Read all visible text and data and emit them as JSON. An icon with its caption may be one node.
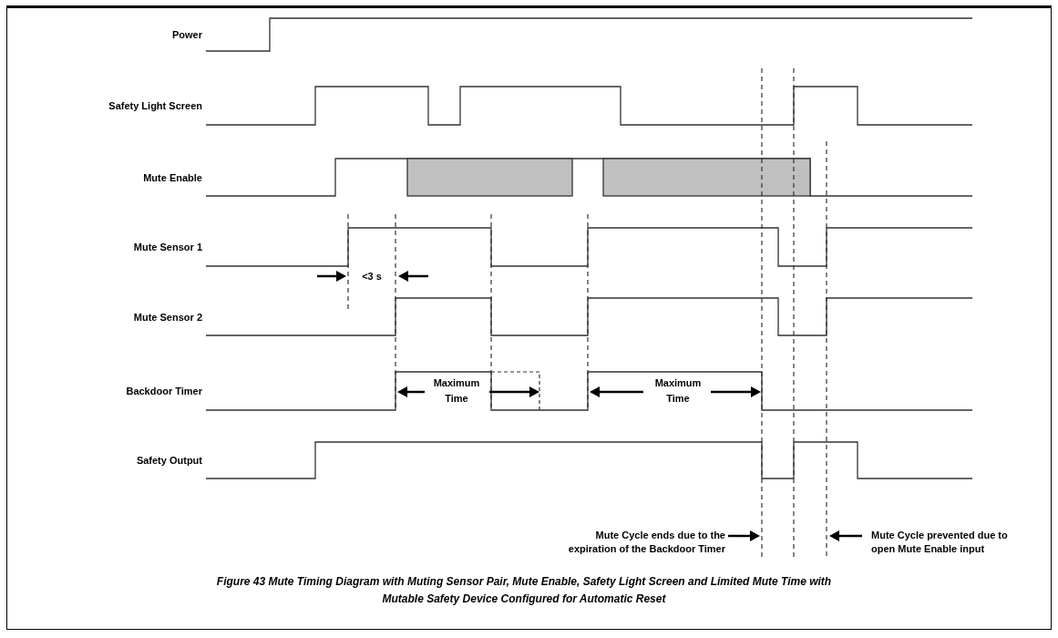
{
  "diagram": {
    "caption": "Figure 43  Mute Timing Diagram with Muting Sensor Pair, Mute Enable, Safety Light Screen and Limited Mute Time with Mutable Safety Device Configured for Automatic Reset",
    "nodes": [
      {
        "text": [
          "Mute Cycle ends due to the expiration of the Backdoor Timer"
        ]
      },
      {
        "text": [
          "Mute Cycle prevented due to open Mute Enable input"
        ]
      }
    ],
    "edges": [
      {
        "from": 0,
        "to": null,
        "arrow": "to"
      },
      {
        "from": 1,
        "to": null,
        "arrow": "to"
      }
    ],
    "labels": [
      "Power",
      "Safety Light Screen",
      "Mute Enable",
      "Mute Sensor 1",
      "Mute Sensor 2",
      "Backdoor Timer",
      "Safety Output",
      "<3 s",
      "Maximum Time",
      "Maximum Time"
    ]
  }
}
